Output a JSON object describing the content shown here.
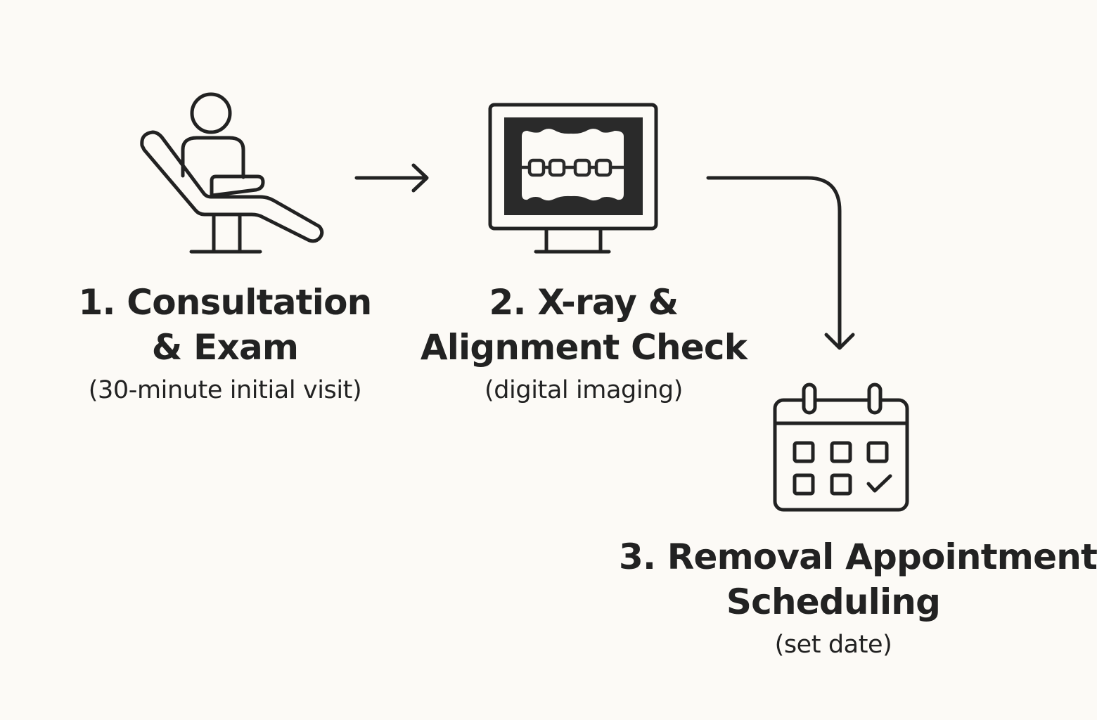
{
  "colors": {
    "background": "#fcfaf6",
    "ink": "#222222",
    "screen_fill": "#2a2a2a",
    "teeth_fill": "#fcfaf6"
  },
  "steps": [
    {
      "title_lines": [
        "1. Consultation",
        "& Exam"
      ],
      "subtitle": "(30-minute initial visit)",
      "icon": "dental-chair-patient-icon"
    },
    {
      "title_lines": [
        "2. X-ray &",
        "Alignment Check"
      ],
      "subtitle": "(digital imaging)",
      "icon": "monitor-xray-braces-icon"
    },
    {
      "title_lines": [
        "3. Removal Appointment",
        "Scheduling"
      ],
      "subtitle": "(set date)",
      "icon": "calendar-check-icon"
    }
  ],
  "connectors": [
    {
      "from": 1,
      "to": 2,
      "icon": "arrow-right-icon"
    },
    {
      "from": 2,
      "to": 3,
      "icon": "curved-arrow-down-icon"
    }
  ]
}
